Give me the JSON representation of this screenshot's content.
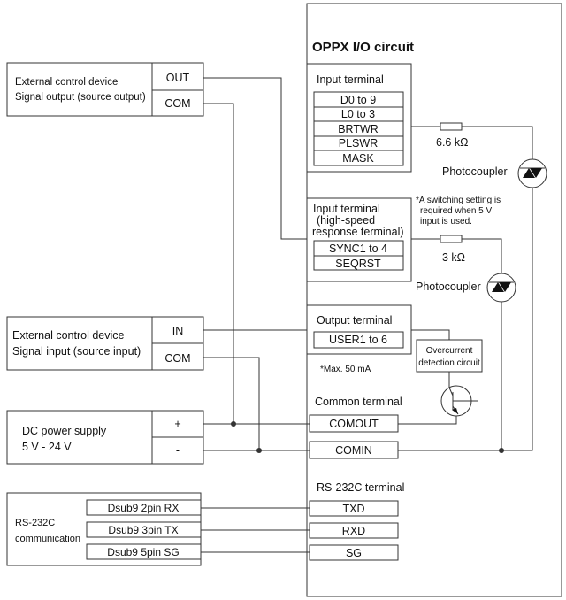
{
  "circuit": {
    "title": "OPPX I/O circuit",
    "input_terminal": {
      "title": "Input terminal",
      "pins": [
        "D0 to 9",
        "L0 to 3",
        "BRTWR",
        "PLSWR",
        "MASK"
      ],
      "resistor": "6.6 kΩ",
      "photocoupler": "Photocoupler"
    },
    "hs_terminal": {
      "title_lines": [
        "Input terminal",
        "(high-speed",
        "response terminal)"
      ],
      "pins": [
        "SYNC1 to 4",
        "SEQRST"
      ],
      "resistor": "3 kΩ",
      "photocoupler": "Photocoupler",
      "note_lines": [
        "*A switching setting is",
        "required when 5 V",
        "input is used."
      ]
    },
    "output_terminal": {
      "title": "Output terminal",
      "pin": "USER1 to 6",
      "note": "*Max. 50 mA",
      "overcurrent_lines": [
        "Overcurrent",
        "detection circuit"
      ]
    },
    "common_terminal": {
      "title": "Common terminal",
      "pins": [
        "COMOUT",
        "COMIN"
      ]
    },
    "rs232c_terminal": {
      "title": "RS-232C terminal",
      "pins": [
        "TXD",
        "RXD",
        "SG"
      ]
    }
  },
  "external": {
    "control_out": {
      "label_lines": [
        "External control device",
        "Signal output (source output)"
      ],
      "pins": [
        "OUT",
        "COM"
      ]
    },
    "control_in": {
      "label_lines": [
        "External control device",
        "Signal input (source input)"
      ],
      "pins": [
        "IN",
        "COM"
      ]
    },
    "power": {
      "label_lines": [
        "DC power supply",
        "5 V - 24 V"
      ],
      "pins": [
        "+",
        "-"
      ]
    },
    "rs232c": {
      "label_lines": [
        "RS-232C",
        "communication"
      ],
      "pins": [
        "Dsub9 2pin RX",
        "Dsub9 3pin TX",
        "Dsub9 5pin SG"
      ]
    }
  }
}
